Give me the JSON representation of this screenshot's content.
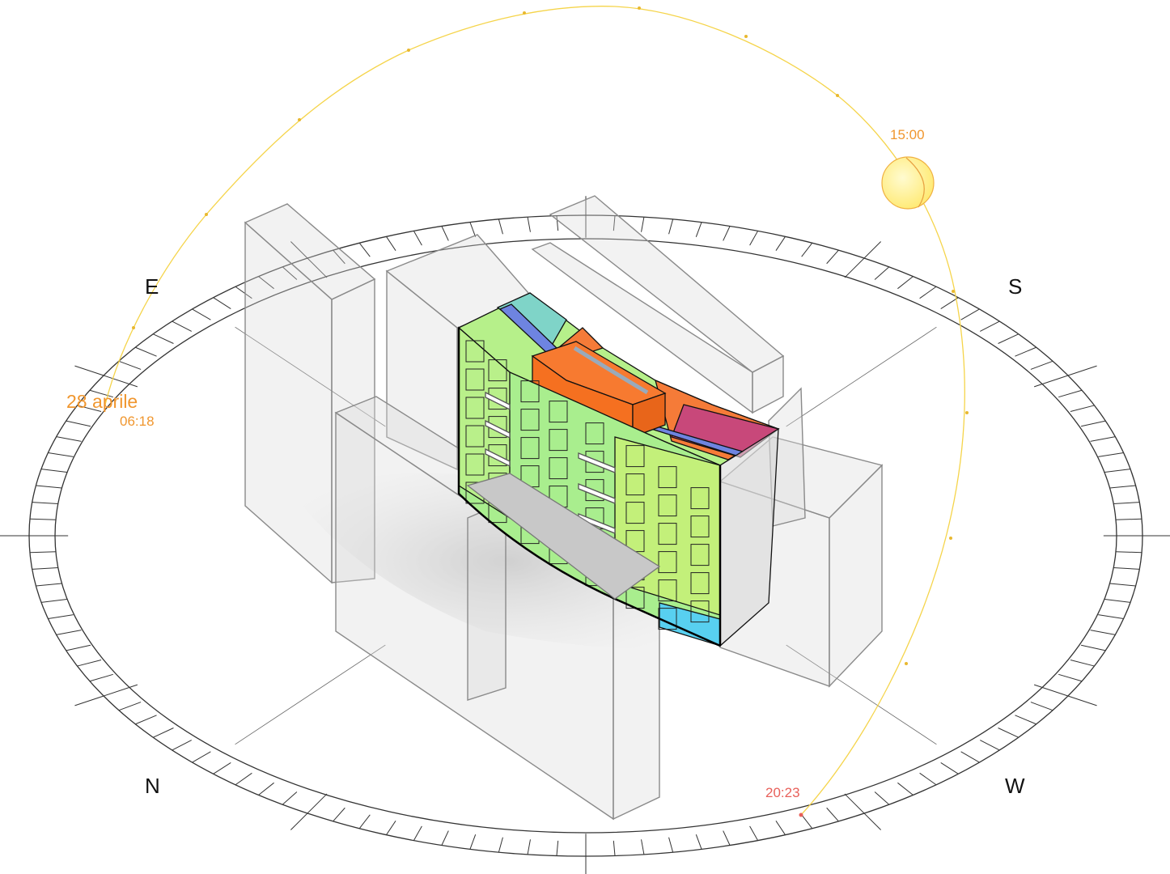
{
  "compass": {
    "east": "E",
    "south": "S",
    "north": "N",
    "west": "W"
  },
  "sun_path": {
    "date": "28 aprile",
    "sunrise": "06:18",
    "current_time": "15:00",
    "sunset": "20:23"
  },
  "colors": {
    "sun_path": "#f5d44a",
    "sun": "#fff27a",
    "label_orange": "#f0962e",
    "label_red": "#e8605a",
    "ring": "#333333"
  }
}
